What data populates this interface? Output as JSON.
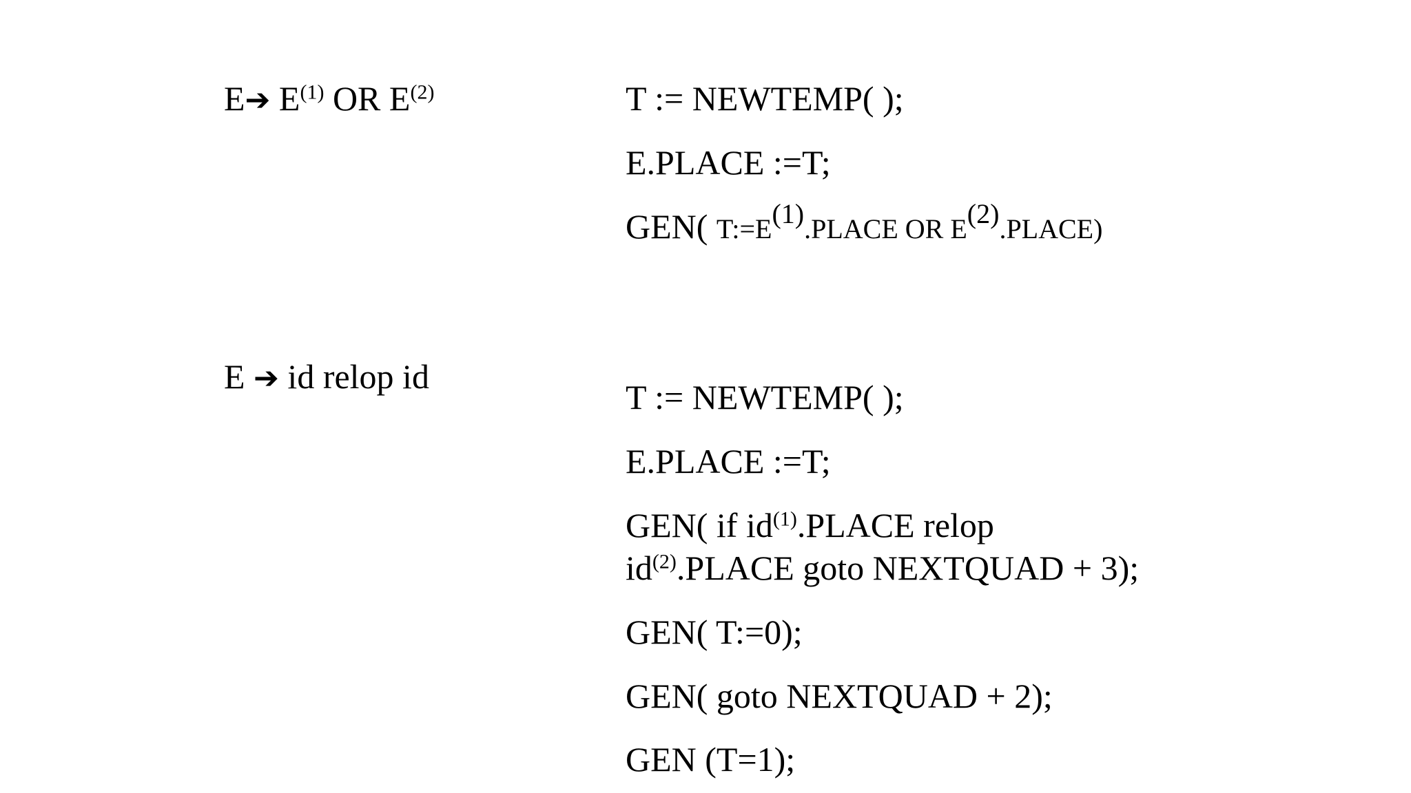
{
  "rule1": {
    "production": {
      "lhs": "E",
      "arrow": "➔",
      "rhs_part1": "E",
      "sup1": "(1)",
      "rhs_part2": " OR E",
      "sup2": "(2)"
    },
    "actions": [
      "T := NEWTEMP( );",
      "E.PLACE :=T;"
    ],
    "gen": {
      "prefix": "GEN( ",
      "part1": "T:=E",
      "sup1": "(1)",
      "part2": ".PLACE OR E",
      "sup2": "(2)",
      "part3": ".PLACE)"
    }
  },
  "rule2": {
    "production": {
      "lhs": "E ",
      "arrow": "➔",
      "rhs": " id relop id"
    },
    "actions_top": [
      "T := NEWTEMP( );",
      "E.PLACE :=T;"
    ],
    "gen_if": {
      "line1_part1": "GEN( if id",
      "line1_sup": "(1)",
      "line1_part2": ".PLACE relop",
      "line2_part1": "id",
      "line2_sup": "(2)",
      "line2_part2": ".PLACE goto NEXTQUAD + 3);"
    },
    "actions_bottom": [
      "GEN( T:=0);",
      "GEN( goto NEXTQUAD + 2);",
      "GEN (T=1);"
    ]
  }
}
